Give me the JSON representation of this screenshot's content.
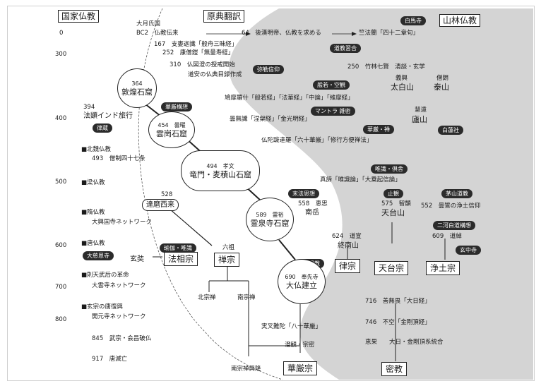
{
  "sections": {
    "national": "国家仏教",
    "translation": "原典翻訳",
    "mountain": "山林仏教"
  },
  "years": [
    "0",
    "300",
    "400",
    "500",
    "600",
    "700",
    "800"
  ],
  "left": {
    "daigetsu": "大月氏国",
    "faxian_year": "394",
    "faxian": "法顕インド旅行",
    "beiwei": "■北魏仏教",
    "y493": "493　僧制四十七条",
    "liang": "■梁仏教",
    "sui": "■隋仏教",
    "sui_net": "大興国寺ネットワーク",
    "tang": "■唐仏教",
    "wuzetian": "■則天武后の革命",
    "wuzetian_net": "大雲寺ネットワーク",
    "xuanzong": "■玄宗の唐復興",
    "xuanzong_net": "開元寺ネットワーク",
    "y845": "845　武宗・会昌破仏",
    "y917": "917　唐滅亡"
  },
  "translation": {
    "bc2": "BC2　仏教伝来",
    "y64": "64　後漢明帝、仏教を求める",
    "sishier": "竺法蘭「四十二章句」",
    "y167": "167　支婁迦讖「般舟三昧経」",
    "y252": "252　康僧鎧「無量寿経」",
    "y310": "310　仏図澄の授戒開始",
    "daoan": "道安の仏典目録作成",
    "kumarajiva": "鳩摩羅什「般若経」「法華経」「中論」「維摩経」",
    "dharmaksema": "曇無讖「涅槃経」「金光明経」",
    "buddhabhadra": "仏陀跋達羅「六十華厳」「修行方便禅法」",
    "xuanzang_texts": "真諦「唯識論」「大乗起信論」",
    "shikshananda": "実叉難陀「八十華厳」",
    "y716": "716　善無畏「大日経」",
    "y746": "746　不空「金剛頂経」",
    "keika": "恵果　　大日・金剛頂系統合"
  },
  "mountain": {
    "y250": "250　竹林七賢　清談・玄学",
    "gisho": "義興",
    "taihakusan": "太白山",
    "soro": "僧朗",
    "taizan": "泰山",
    "eon": "慧遠",
    "rozan": "廬山",
    "y558": "558　恵思",
    "nangaku": "南岳",
    "y575": "575　智顗",
    "tendaisan": "天台山",
    "y552": "552　曇鸞の浄土信仰",
    "y624": "624　道宣",
    "shunan": "終南山",
    "y609": "609　道綽"
  },
  "pills": {
    "hakubaji": "白馬寺",
    "dokyo": "道教習合",
    "miroku": "弥勒信仰",
    "hannya": "般若・空観",
    "kegon": "華厳構想",
    "ritsu": "律蔵",
    "mantra": "マントラ 雑密",
    "kegonzen": "華厳・禅",
    "byakuren": "白蓮社",
    "yuishiki": "唯識・倶舎",
    "mappo": "末法思想",
    "shikan": "止観",
    "maoshan": "茅山道教",
    "niga": "二河白道構想",
    "yuga": "瑜伽・唯識",
    "daijionji": "大慈恩寺",
    "daiun": "大雲教",
    "genchuji": "玄中寺"
  },
  "caves": {
    "dunhuang_year": "364",
    "dunhuang": "敦煌石窟",
    "yungang_year": "454　曇曜",
    "yungang": "雲崗石窟",
    "longmen_year": "494　孝文",
    "longmen": "竜門・麦積山石窟",
    "lingquan_year": "589　霊裕",
    "lingquan": "霊泉寺石窟",
    "dabutsu_year": "690　奉先寺",
    "dabutsu": "大仏建立"
  },
  "schools": {
    "y528": "528",
    "daruma": "達磨西来",
    "rokuso": "六祖",
    "xuanzang": "玄奘",
    "hosso": "法相宗",
    "zen": "禅宗",
    "hokushu": "北宗禅",
    "nanshu": "南宗禅",
    "ritsu": "律宗",
    "tendai": "天台宗",
    "jodo": "浄土宗",
    "chogan": "澄観・宗密",
    "kegon": "華厳宗",
    "mikkyo": "密教",
    "nanshu_koryu": "南宗禅興隆"
  }
}
